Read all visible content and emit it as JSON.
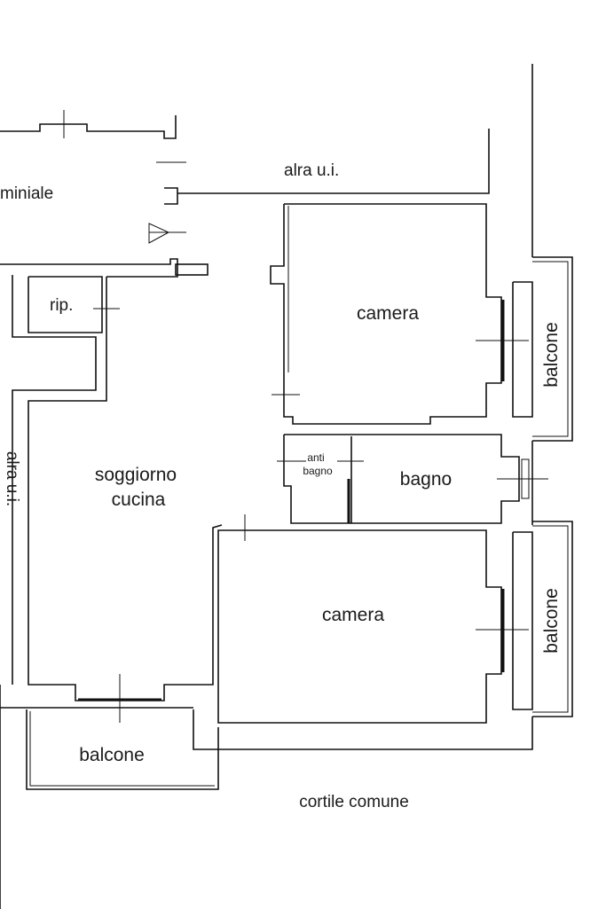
{
  "labels": {
    "condominiale": "miniale",
    "alra_top": "alra u.i.",
    "alra_left": "alra u.i.",
    "rip": "rip.",
    "camera_top": "camera",
    "balcone_right_top": "balcone",
    "anti_bagno_line1": "anti",
    "anti_bagno_line2": "bagno",
    "bagno": "bagno",
    "soggiorno_line1": "soggiorno",
    "soggiorno_line2": "cucina",
    "camera_bottom": "camera",
    "balcone_right_bottom": "balcone",
    "balcone_bottom": "balcone",
    "cortile": "cortile comune"
  }
}
